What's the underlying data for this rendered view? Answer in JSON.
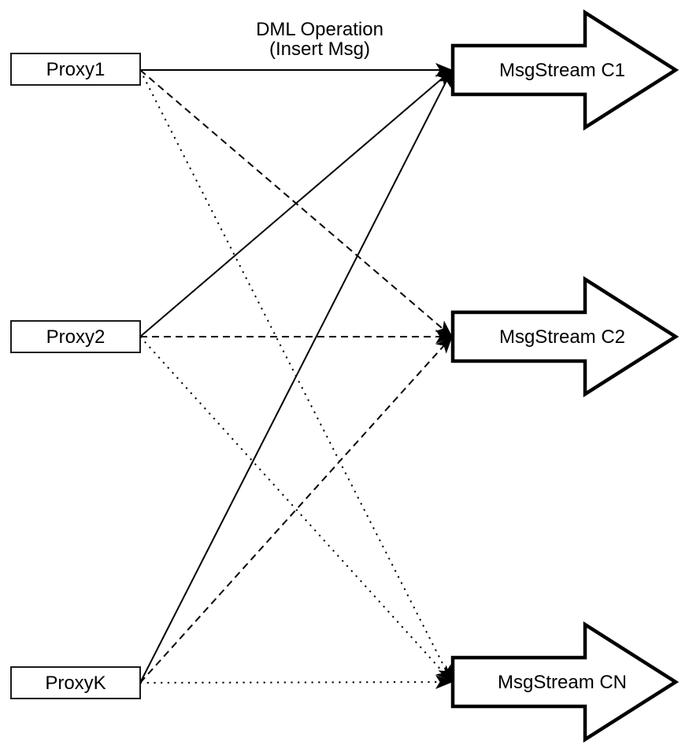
{
  "title_label": {
    "line1": "DML Operation",
    "line2": "(Insert Msg)"
  },
  "proxies": [
    {
      "id": "proxy1",
      "label": "Proxy1"
    },
    {
      "id": "proxy2",
      "label": "Proxy2"
    },
    {
      "id": "proxyk",
      "label": "ProxyK"
    }
  ],
  "streams": [
    {
      "id": "c1",
      "label": "MsgStream C1"
    },
    {
      "id": "c2",
      "label": "MsgStream C2"
    },
    {
      "id": "cn",
      "label": "MsgStream CN"
    }
  ],
  "connections": [
    {
      "from": "proxy1",
      "to": "c1",
      "style": "solid"
    },
    {
      "from": "proxy2",
      "to": "c1",
      "style": "solid"
    },
    {
      "from": "proxyk",
      "to": "c1",
      "style": "solid"
    },
    {
      "from": "proxy1",
      "to": "c2",
      "style": "dashed"
    },
    {
      "from": "proxy2",
      "to": "c2",
      "style": "dashed"
    },
    {
      "from": "proxyk",
      "to": "c2",
      "style": "dashed"
    },
    {
      "from": "proxy1",
      "to": "cn",
      "style": "dotted"
    },
    {
      "from": "proxy2",
      "to": "cn",
      "style": "dotted"
    },
    {
      "from": "proxyk",
      "to": "cn",
      "style": "dotted"
    }
  ],
  "colors": {
    "stroke": "#000000",
    "background": "#ffffff",
    "shape_fill": "#ffffff",
    "text": "#000000",
    "box_border": "#1a1a1a"
  }
}
